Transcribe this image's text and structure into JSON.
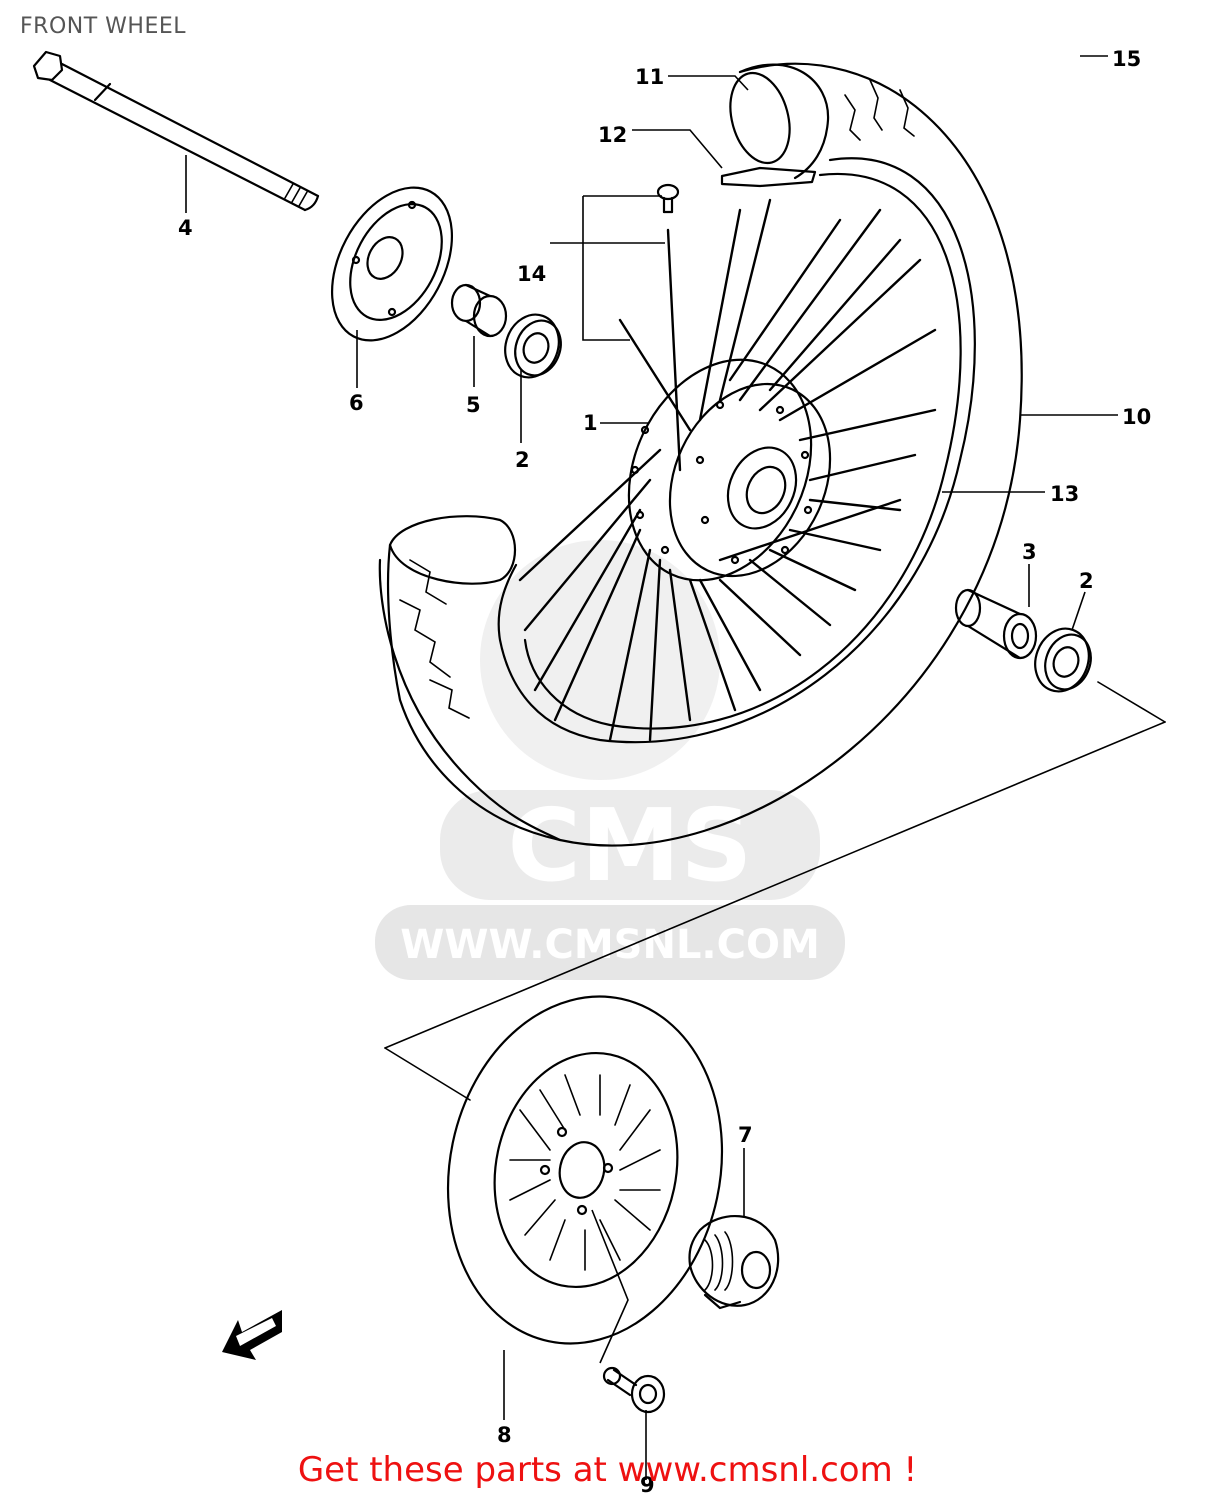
{
  "title": "FRONT WHEEL",
  "watermark": {
    "logo_text": "CMS",
    "url_text": "WWW.CMSNL.COM"
  },
  "footer": "Get these parts at www.cmsnl.com !",
  "callouts": [
    {
      "id": "c1",
      "label": "1"
    },
    {
      "id": "c2a",
      "label": "2"
    },
    {
      "id": "c2b",
      "label": "2"
    },
    {
      "id": "c3",
      "label": "3"
    },
    {
      "id": "c4",
      "label": "4"
    },
    {
      "id": "c5",
      "label": "5"
    },
    {
      "id": "c6",
      "label": "6"
    },
    {
      "id": "c7",
      "label": "7"
    },
    {
      "id": "c8",
      "label": "8"
    },
    {
      "id": "c9",
      "label": "9"
    },
    {
      "id": "c10",
      "label": "10"
    },
    {
      "id": "c11",
      "label": "11"
    },
    {
      "id": "c12",
      "label": "12"
    },
    {
      "id": "c13",
      "label": "13"
    },
    {
      "id": "c14",
      "label": "14"
    },
    {
      "id": "c15",
      "label": "15"
    }
  ]
}
